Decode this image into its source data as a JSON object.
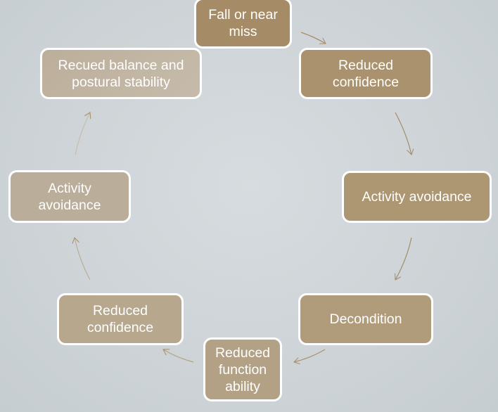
{
  "nodes": [
    {
      "label": "Fall or near miss",
      "color": "#a58c66"
    },
    {
      "label": "Reduced confidence",
      "color": "#a9926d"
    },
    {
      "label": "Activity avoidance",
      "color": "#ad9773"
    },
    {
      "label": "Decondition",
      "color": "#b09c7b"
    },
    {
      "label": "Reduced function ability",
      "color": "#b3a185"
    },
    {
      "label": "Reduced confidence",
      "color": "#b6a78d"
    },
    {
      "label": "Activity avoidance",
      "color": "#baad99"
    },
    {
      "label": "Recued balance and postural stability",
      "color": "#c1b5a4"
    }
  ],
  "arrow_color": "#a58c66"
}
